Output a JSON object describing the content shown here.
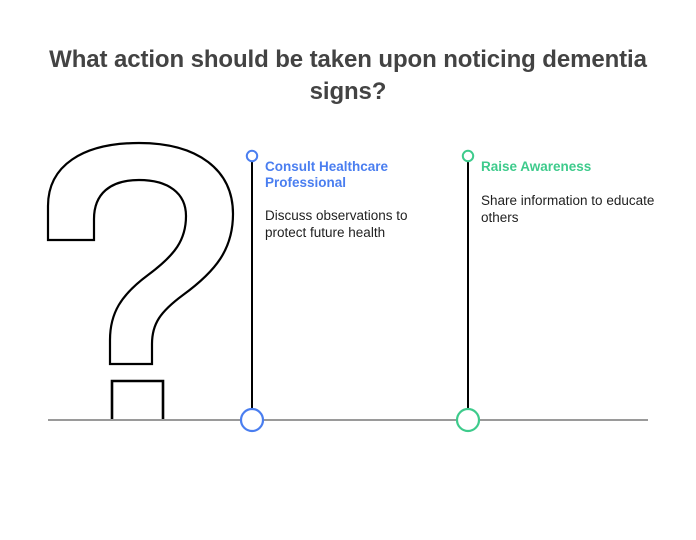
{
  "title": "What action should be taken upon noticing dementia signs?",
  "graphic": {
    "icon_name": "question-mark-outline",
    "baseline_name": "baseline-rule"
  },
  "colors": {
    "title": "#434343",
    "body_text": "#1f1f1f",
    "baseline": "#9a9a9a",
    "stem": "#000000",
    "outline": "#000000",
    "accent_blue": "#4a7ef0",
    "accent_green": "#3ecb8c"
  },
  "annotations": [
    {
      "label": "Consult Healthcare Professional",
      "description": "Discuss observations to protect future health",
      "color": "#4a7ef0",
      "marker_icon": "circle-marker-blue",
      "node_icon": "circle-node-blue"
    },
    {
      "label": "Raise Awareness",
      "description": "Share information to educate others",
      "color": "#3ecb8c",
      "marker_icon": "circle-marker-green",
      "node_icon": "circle-node-green"
    }
  ]
}
